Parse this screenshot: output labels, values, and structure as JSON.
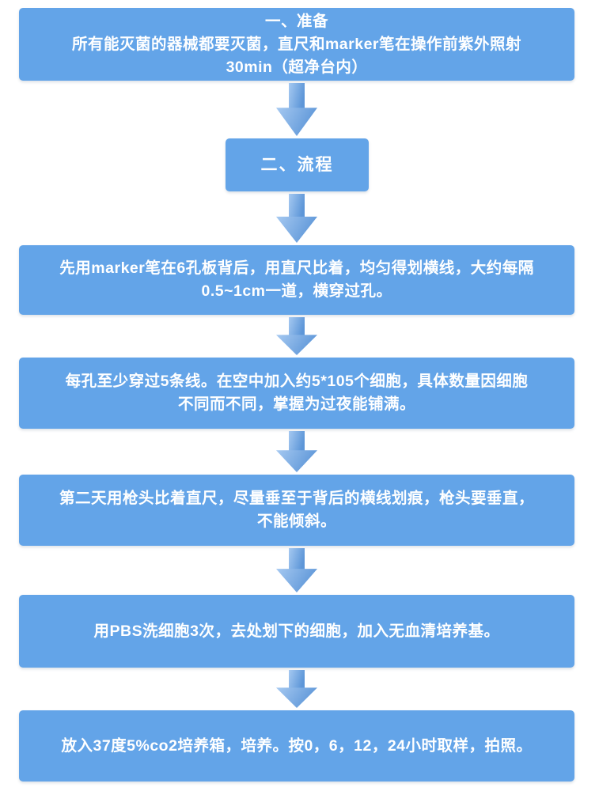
{
  "colors": {
    "box_fill": "#63A4E8",
    "text": "#FFFFFF",
    "background": "#FFFFFF",
    "arrow_light": "#A6C9F1",
    "arrow_dark": "#5D96D8"
  },
  "flowchart": {
    "arrow_icon": "down-arrow",
    "steps": [
      {
        "name": "prepare",
        "lines": [
          "一、准备",
          "所有能灭菌的器械都要灭菌，直尺和marker笔在操作前紫外照射",
          "30min（超净台内）"
        ]
      },
      {
        "name": "process",
        "lines": [
          "二、流程"
        ]
      },
      {
        "name": "draw-lines",
        "lines": [
          "先用marker笔在6孔板背后，用直尺比着，均匀得划横线，大约每隔",
          "0.5~1cm一道，横穿过孔。"
        ]
      },
      {
        "name": "seed-cells",
        "lines": [
          "每孔至少穿过5条线。在空中加入约5*105个细胞，具体数量因细胞",
          "不同而不同，掌握为过夜能铺满。"
        ]
      },
      {
        "name": "scratch",
        "lines": [
          "第二天用枪头比着直尺，尽量垂至于背后的横线划痕，枪头要垂直，",
          "不能倾斜。"
        ]
      },
      {
        "name": "wash",
        "lines": [
          "用PBS洗细胞3次，去处划下的细胞，加入无血清培养基。"
        ]
      },
      {
        "name": "incubate",
        "lines": [
          "放入37度5%co2培养箱，培养。按0，6，12，24小时取样，拍照。"
        ]
      }
    ]
  }
}
